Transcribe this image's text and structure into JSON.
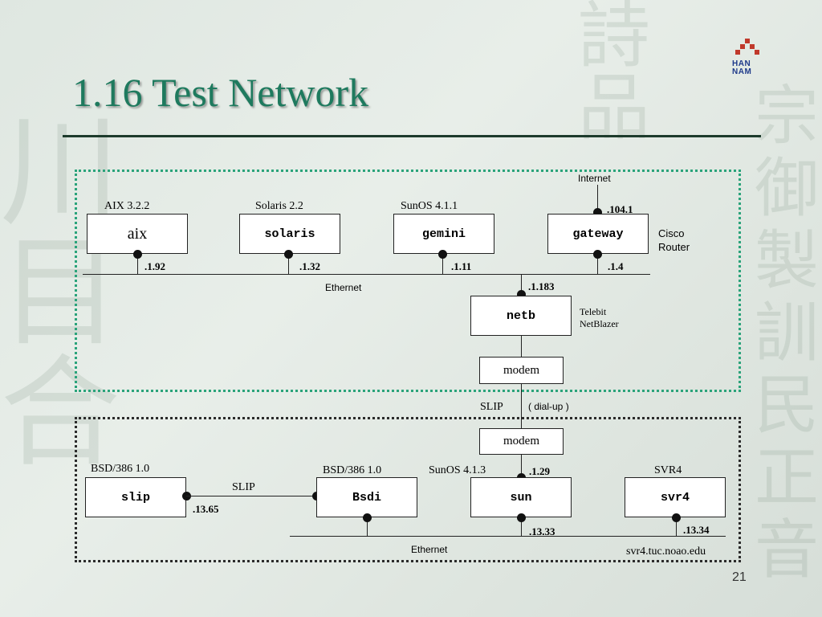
{
  "slide": {
    "title": "1.16 Test Network",
    "page_number": "21",
    "credit": "svr4.tuc.noao.edu"
  },
  "colors": {
    "title": "#1e7a5e",
    "upper_border": "#2aa37a",
    "lower_border": "#2b2b2b",
    "logo_red": "#c0392b",
    "logo_blue": "#1e3a8a"
  },
  "logo": {
    "line1": "HAN",
    "line2": "NAM"
  },
  "hosts": {
    "aix": {
      "name": "aix",
      "os": "AIX 3.2.2",
      "addr": ".1.92"
    },
    "solaris": {
      "name": "solaris",
      "os": "Solaris 2.2",
      "addr": ".1.32"
    },
    "gemini": {
      "name": "gemini",
      "os": "SunOS 4.1.1",
      "addr": ".1.11"
    },
    "gateway": {
      "name": "gateway",
      "addr_top": ".104.1",
      "addr": ".1.4",
      "note1": "Cisco",
      "note2": "Router",
      "uplink": "Internet"
    },
    "netb": {
      "name": "netb",
      "addr": ".1.183",
      "note1": "Telebit",
      "note2": "NetBlazer"
    },
    "modem_upper": {
      "name": "modem"
    },
    "modem_lower": {
      "name": "modem"
    },
    "slip": {
      "name": "slip",
      "os": "BSD/386 1.0",
      "addr": ".13.65"
    },
    "bsdi": {
      "name": "Bsdi",
      "os": "BSD/386 1.0"
    },
    "sun": {
      "name": "sun",
      "os": "SunOS 4.1.3",
      "addr_top": ".1.29",
      "addr": ".13.33"
    },
    "svr4": {
      "name": "svr4",
      "os": "SVR4",
      "addr": ".13.34"
    }
  },
  "links": {
    "upper_ethernet": "Ethernet",
    "lower_ethernet": "Ethernet",
    "slip_link": "SLIP",
    "dialup_left": "SLIP",
    "dialup_right": "( dial-up  )"
  }
}
